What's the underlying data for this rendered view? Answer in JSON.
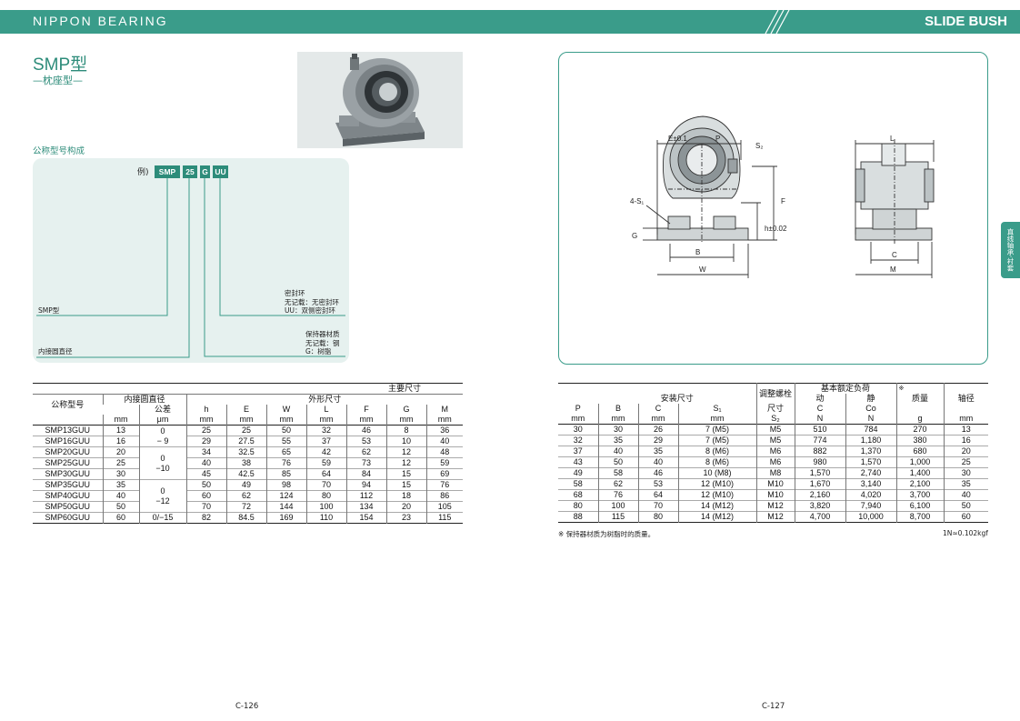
{
  "header": {
    "brand": "NIPPON BEARING",
    "section": "SLIDE BUSH"
  },
  "product": {
    "title": "SMP型",
    "subtitle": "—枕座型—",
    "designation_label": "公称型号构成"
  },
  "designation": {
    "example_prefix": "例)",
    "parts": [
      "SMP",
      "25",
      "G",
      "UU"
    ],
    "notes": {
      "type": "SMP型",
      "bore": "内接圆直径",
      "seal_title": "密封环",
      "seal_none": "无记载：无密封环",
      "seal_uu": "UU：双侧密封环",
      "retainer_title": "保持器材质",
      "retainer_none": "无记载：钢",
      "retainer_g": "G：树脂"
    }
  },
  "side_tab": "直线轴承·衬套",
  "drawing": {
    "labels": {
      "e_tol": "E±0.1",
      "p": "P",
      "s2": "S₂",
      "s1": "4-S₁",
      "f": "F",
      "h": "h±0.02",
      "g": "G",
      "b": "B",
      "w": "W",
      "l": "L",
      "c": "C",
      "m": "M"
    }
  },
  "table_left": {
    "main_header": "主要尺寸",
    "col_model": "公称型号",
    "col_bore": "内接圆直径",
    "col_tol": "公差",
    "col_outer": "外形尺寸",
    "dims": [
      "h",
      "E",
      "W",
      "L",
      "F",
      "G",
      "M"
    ],
    "units": [
      "mm",
      "μm",
      "mm",
      "mm",
      "mm",
      "mm",
      "mm",
      "mm",
      "mm"
    ],
    "rows": [
      {
        "model": "SMP13GUU",
        "d": "13",
        "h": "25",
        "E": "25",
        "W": "50",
        "L": "32",
        "F": "46",
        "G": "8",
        "M": "36"
      },
      {
        "model": "SMP16GUU",
        "d": "16",
        "h": "29",
        "E": "27.5",
        "W": "55",
        "L": "37",
        "F": "53",
        "G": "10",
        "M": "40"
      },
      {
        "model": "SMP20GUU",
        "d": "20",
        "h": "34",
        "E": "32.5",
        "W": "65",
        "L": "42",
        "F": "62",
        "G": "12",
        "M": "48"
      },
      {
        "model": "SMP25GUU",
        "d": "25",
        "h": "40",
        "E": "38",
        "W": "76",
        "L": "59",
        "F": "73",
        "G": "12",
        "M": "59"
      },
      {
        "model": "SMP30GUU",
        "d": "30",
        "h": "45",
        "E": "42.5",
        "W": "85",
        "L": "64",
        "F": "84",
        "G": "15",
        "M": "69"
      },
      {
        "model": "SMP35GUU",
        "d": "35",
        "h": "50",
        "E": "49",
        "W": "98",
        "L": "70",
        "F": "94",
        "G": "15",
        "M": "76"
      },
      {
        "model": "SMP40GUU",
        "d": "40",
        "h": "60",
        "E": "62",
        "W": "124",
        "L": "80",
        "F": "112",
        "G": "18",
        "M": "86"
      },
      {
        "model": "SMP50GUU",
        "d": "50",
        "h": "70",
        "E": "72",
        "W": "144",
        "L": "100",
        "F": "134",
        "G": "20",
        "M": "105"
      },
      {
        "model": "SMP60GUU",
        "d": "60",
        "h": "82",
        "E": "84.5",
        "W": "169",
        "L": "110",
        "F": "154",
        "G": "23",
        "M": "115"
      }
    ],
    "tolerances": [
      {
        "upper": "0",
        "lower": "− 9",
        "rowspan": 2
      },
      {
        "upper": "0",
        "lower": "−10",
        "rowspan": 3
      },
      {
        "upper": "0",
        "lower": "−12",
        "rowspan": 3
      },
      {
        "upper": "0/−15",
        "lower": "",
        "rowspan": 1
      }
    ]
  },
  "table_right": {
    "col_mount": "安装尺寸",
    "col_screw": "调整螺栓",
    "col_screw_size": "尺寸",
    "col_load": "基本额定负荷",
    "col_dyn": "动",
    "col_static": "静",
    "col_mass": "质量",
    "col_shaft": "轴径",
    "mass_mark": "※",
    "sub_headers": [
      "P",
      "B",
      "C",
      "S₁",
      "S₂",
      "C",
      "Co"
    ],
    "units": [
      "mm",
      "mm",
      "mm",
      "mm",
      "",
      "N",
      "N",
      "g",
      "mm"
    ],
    "rows": [
      {
        "P": "30",
        "B": "30",
        "C": "26",
        "S1": "7 (M5)",
        "S2": "M5",
        "Cd": "510",
        "Co": "784",
        "mass": "270",
        "shaft": "13"
      },
      {
        "P": "32",
        "B": "35",
        "C": "29",
        "S1": "7 (M5)",
        "S2": "M5",
        "Cd": "774",
        "Co": "1,180",
        "mass": "380",
        "shaft": "16"
      },
      {
        "P": "37",
        "B": "40",
        "C": "35",
        "S1": "8 (M6)",
        "S2": "M6",
        "Cd": "882",
        "Co": "1,370",
        "mass": "680",
        "shaft": "20"
      },
      {
        "P": "43",
        "B": "50",
        "C": "40",
        "S1": "8 (M6)",
        "S2": "M6",
        "Cd": "980",
        "Co": "1,570",
        "mass": "1,000",
        "shaft": "25"
      },
      {
        "P": "49",
        "B": "58",
        "C": "46",
        "S1": "10 (M8)",
        "S2": "M8",
        "Cd": "1,570",
        "Co": "2,740",
        "mass": "1,400",
        "shaft": "30"
      },
      {
        "P": "58",
        "B": "62",
        "C": "53",
        "S1": "12 (M10)",
        "S2": "M10",
        "Cd": "1,670",
        "Co": "3,140",
        "mass": "2,100",
        "shaft": "35"
      },
      {
        "P": "68",
        "B": "76",
        "C": "64",
        "S1": "12 (M10)",
        "S2": "M10",
        "Cd": "2,160",
        "Co": "4,020",
        "mass": "3,700",
        "shaft": "40"
      },
      {
        "P": "80",
        "B": "100",
        "C": "70",
        "S1": "14 (M12)",
        "S2": "M12",
        "Cd": "3,820",
        "Co": "7,940",
        "mass": "6,100",
        "shaft": "50"
      },
      {
        "P": "88",
        "B": "115",
        "C": "80",
        "S1": "14 (M12)",
        "S2": "M12",
        "Cd": "4,700",
        "Co": "10,000",
        "mass": "8,700",
        "shaft": "60"
      }
    ]
  },
  "footnote": "※ 保持器材质为树脂时的质量。",
  "conversion": "1N≈0.102kgf",
  "pages": {
    "left": "C-126",
    "right": "C-127"
  }
}
